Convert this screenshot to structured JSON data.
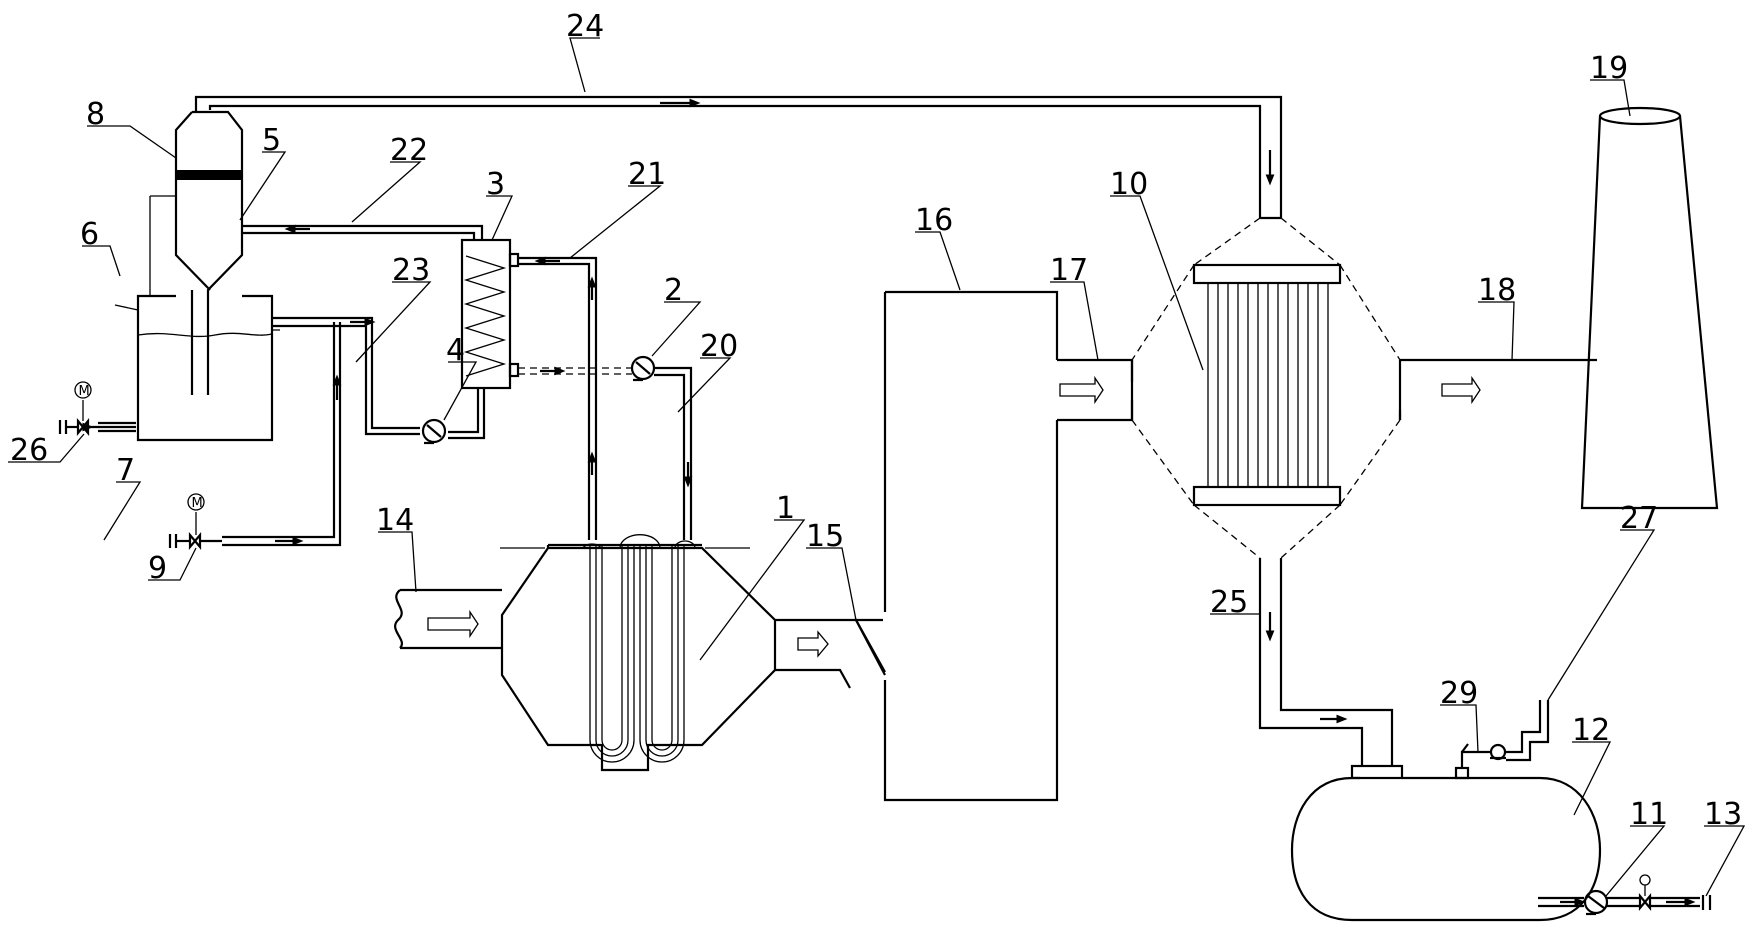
{
  "labels": {
    "n1": "1",
    "n2": "2",
    "n3": "3",
    "n4": "4",
    "n5": "5",
    "n6": "6",
    "n7": "7",
    "n8": "8",
    "n9": "9",
    "n10": "10",
    "n11": "11",
    "n12": "12",
    "n13": "13",
    "n14": "14",
    "n15": "15",
    "n16": "16",
    "n17": "17",
    "n18": "18",
    "n19": "19",
    "n20": "20",
    "n21": "21",
    "n22": "22",
    "n23": "23",
    "n24": "24",
    "n25": "25",
    "n26": "26",
    "n27": "27",
    "n29": "29"
  },
  "motor_symbol": "M"
}
